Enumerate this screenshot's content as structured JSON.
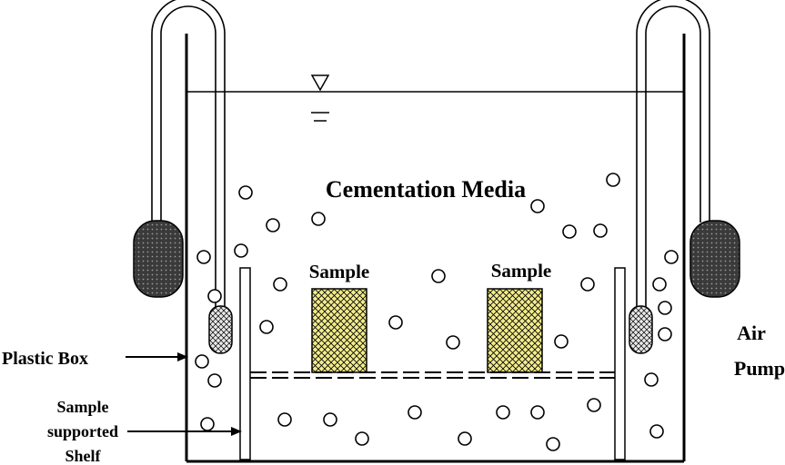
{
  "labels": {
    "medium": "Cementation Media",
    "sample_left": "Sample",
    "sample_right": "Sample",
    "plastic_box": "Plastic Box",
    "shelf_line1": "Sample",
    "shelf_line2": "supported",
    "shelf_line3": "Shelf",
    "air_pump_line1": "Air",
    "air_pump_line2": "Pump"
  },
  "colors": {
    "stroke": "#000000",
    "background": "#ffffff",
    "sample_fill": "#f2ec8c",
    "pump_fill": "#3a3a3a",
    "diffuser_fill": "#e8e8e8"
  },
  "icons": {
    "water_level": "water-level-triangle-icon",
    "arrow": "arrow-right-icon"
  }
}
